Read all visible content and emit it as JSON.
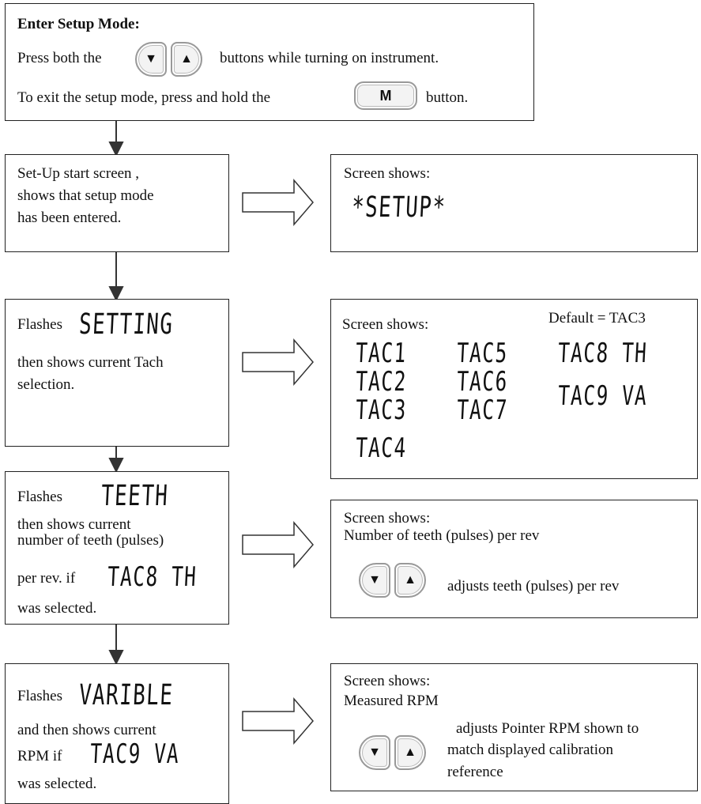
{
  "top": {
    "title": "Enter Setup Mode:",
    "line1_before": "Press both the",
    "line1_after": "buttons while turning on instrument.",
    "line2_before": "To exit the setup mode, press and hold the",
    "line2_after": "button.",
    "m_label": "M"
  },
  "steps": [
    {
      "left": [
        "Set-Up start screen ,",
        "shows that setup mode",
        "has been entered."
      ],
      "right_label": "Screen shows:",
      "display": "*SETUP*"
    },
    {
      "left_before": "Flashes",
      "left_seg": "SETTING",
      "left": [
        "then shows current Tach",
        "selection."
      ],
      "right_label": "Screen shows:",
      "default": "Default = TAC3",
      "options": [
        "TAC1",
        "TAC2",
        "TAC3",
        "TAC4",
        "TAC5",
        "TAC6",
        "TAC7",
        "TAC8 TH",
        "TAC9 VA"
      ]
    },
    {
      "left_before": "Flashes",
      "left_seg": "TEETH",
      "left_a": [
        "then shows current",
        "number of teeth (pulses)"
      ],
      "left_b": "per rev. if",
      "left_b_seg": "TAC8 TH",
      "left_c": "was selected.",
      "right_label": "Screen shows:",
      "right_line": "Number of teeth (pulses) per rev",
      "right_adjust": "adjusts teeth (pulses) per rev"
    },
    {
      "left_before": "Flashes",
      "left_seg": "VARIBLE",
      "left_a": "and then shows current",
      "left_b": "RPM if",
      "left_b_seg": "TAC9 VA",
      "left_c": "was selected.",
      "right_label": "Screen shows:",
      "right_line": "Measured RPM",
      "right_adjust": [
        "adjusts Pointer RPM shown to",
        "match displayed calibration",
        "reference"
      ]
    }
  ],
  "icons": {
    "down": "down-arrow-icon",
    "up": "up-arrow-icon"
  }
}
